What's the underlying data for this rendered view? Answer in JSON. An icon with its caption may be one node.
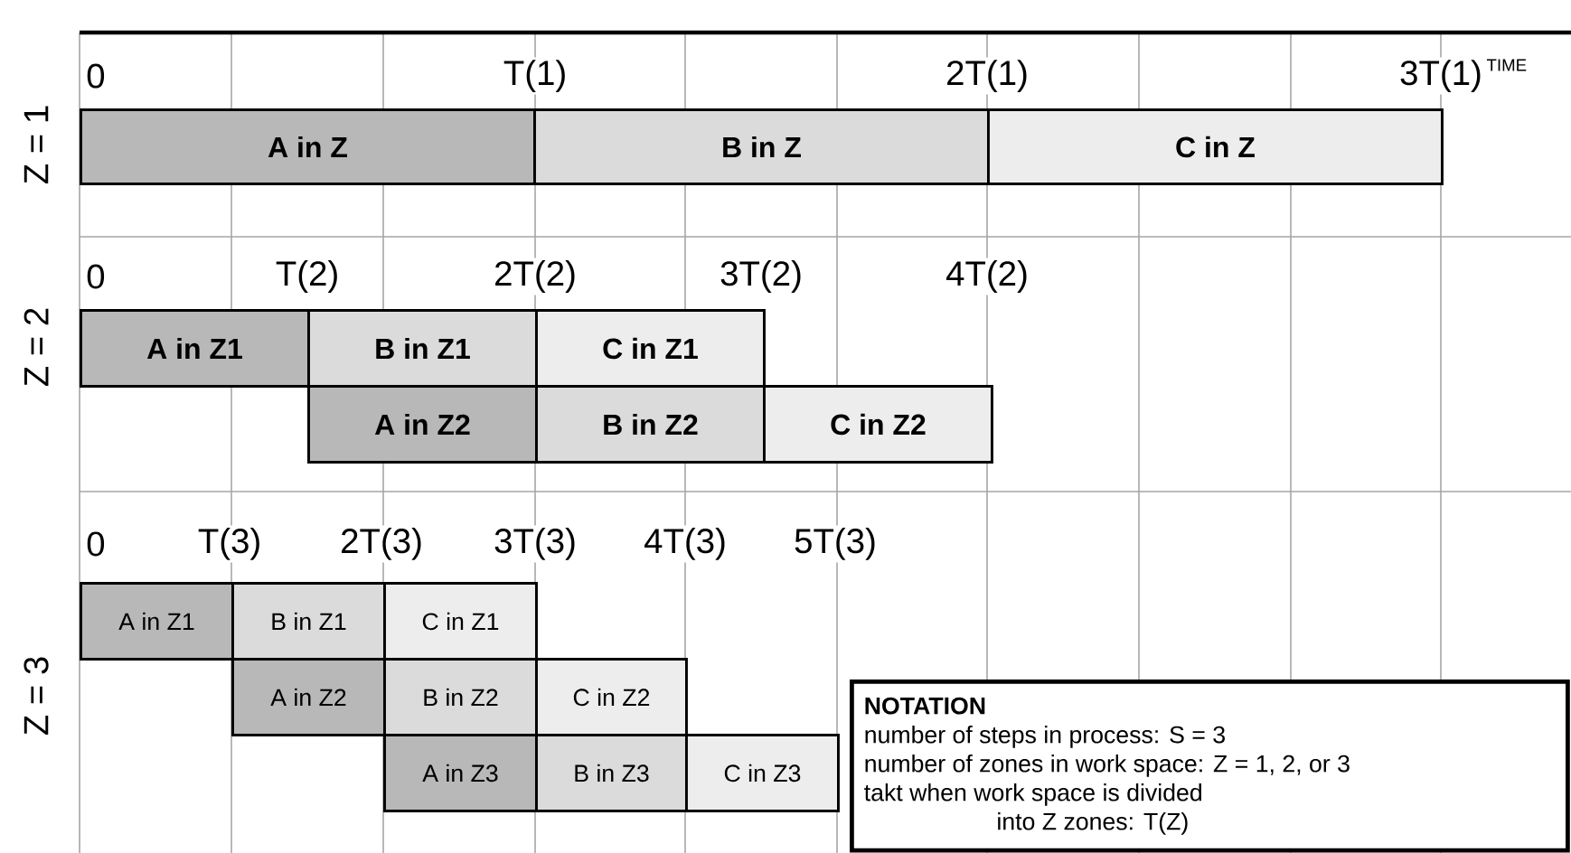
{
  "diagram": {
    "nodes": [
      {
        "text": [
          "A in Z"
        ]
      },
      {
        "text": [
          "B in Z"
        ]
      },
      {
        "text": [
          "C in Z"
        ]
      },
      {
        "text": [
          "A in Z1"
        ]
      },
      {
        "text": [
          "B in Z1"
        ]
      },
      {
        "text": [
          "C in Z1"
        ]
      },
      {
        "text": [
          "A in Z2"
        ]
      },
      {
        "text": [
          "B in Z2"
        ]
      },
      {
        "text": [
          "C in Z2"
        ]
      },
      {
        "text": [
          "A in Z1"
        ]
      },
      {
        "text": [
          "B in Z1"
        ]
      },
      {
        "text": [
          "C in Z1"
        ]
      },
      {
        "text": [
          "A in Z2"
        ]
      },
      {
        "text": [
          "B in Z2"
        ]
      },
      {
        "text": [
          "C in Z2"
        ]
      },
      {
        "text": [
          "A in Z3"
        ]
      },
      {
        "text": [
          "B in Z3"
        ]
      },
      {
        "text": [
          "C in Z3"
        ]
      },
      {
        "text": [
          "NOTATION",
          "number of steps in process: S = 3",
          "number of zones in work space: Z = 1, 2, or 3",
          "takt when work space is divided into Z zones: T(Z)"
        ]
      }
    ],
    "edges": [],
    "labels": [
      "0",
      "T(1)",
      "2T(1)",
      "3T(1)",
      "TIME",
      "Z = 1",
      "0",
      "T(2)",
      "2T(2)",
      "3T(2)",
      "4T(2)",
      "Z = 2",
      "0",
      "T(3)",
      "2T(3)",
      "3T(3)",
      "4T(3)",
      "5T(3)",
      "Z = 3"
    ]
  }
}
